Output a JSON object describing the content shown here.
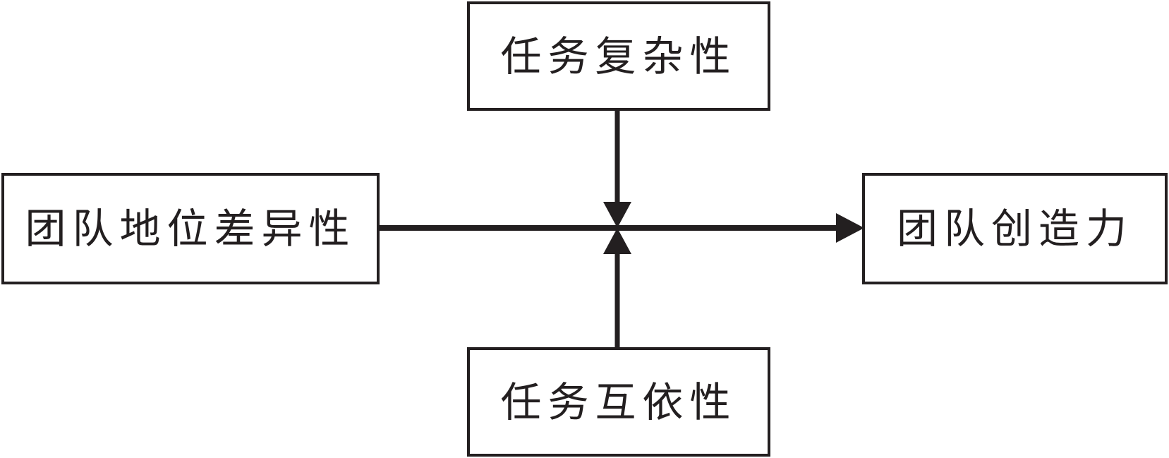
{
  "diagram": {
    "line_color": "#231f20",
    "nodes": {
      "independent": {
        "label": "团队地位差异性"
      },
      "moderator_top": {
        "label": "任务复杂性"
      },
      "moderator_bottom": {
        "label": "任务互依性"
      },
      "outcome": {
        "label": "团队创造力"
      }
    }
  }
}
